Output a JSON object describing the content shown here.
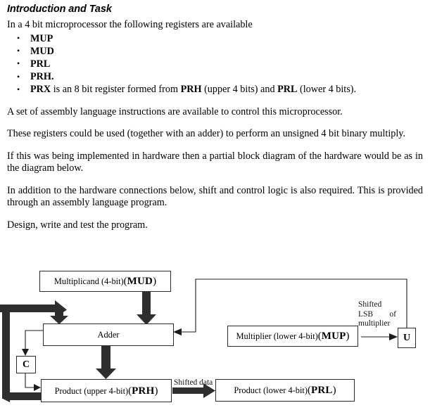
{
  "document": {
    "heading": "Introduction and Task",
    "intro": "In a 4 bit microprocessor the following registers are available",
    "registers": [
      {
        "name": "MUP",
        "rest": ""
      },
      {
        "name": "MUD",
        "rest": ""
      },
      {
        "name": "PRL",
        "rest": ""
      },
      {
        "name": "PRH.",
        "rest": ""
      }
    ],
    "prx_bullet": {
      "name": "PRX",
      "mid": " is an 8 bit register formed from ",
      "ref1": "PRH",
      "mid2": " (upper 4 bits) and ",
      "ref2": "PRL",
      "tail": " (lower 4 bits)."
    },
    "paragraphs": [
      "A set of assembly language instructions are available to control this microprocessor.",
      "These registers could be used (together with an adder) to perform an unsigned 4 bit binary multiply.",
      "If this was being implemented in hardware then a partial block diagram of the hardware would be as in the diagram below.",
      "In addition to the hardware connections below, shift and control logic is also required.  This is provided through an assembly language program.",
      "Design, write and test the program."
    ]
  },
  "diagram": {
    "boxes": {
      "mud": {
        "text": "Multiplicand (4-bit) ",
        "bold": "MUD"
      },
      "adder": {
        "text": "Adder"
      },
      "carry": {
        "text": "C"
      },
      "prh": {
        "text": "Product (upper 4-bit) ",
        "bold": "PRH"
      },
      "mup": {
        "text": "Multiplier (lower 4-bit) ",
        "bold": "MUP"
      },
      "u": {
        "text": "U"
      },
      "prl": {
        "text": "Product (lower 4-bit) ",
        "bold": "PRL"
      }
    },
    "labels": {
      "shifted_lsb_l1": "Shifted",
      "shifted_lsb_l2": "LSB",
      "shifted_lsb_l3": "of",
      "shifted_lsb_l4": "multiplier",
      "shifted_data": "Shifted data"
    },
    "colors": {
      "thick_arrow": "#2e2e2e",
      "box_border": "#2b2b2b",
      "thin_line": "#1c1c1c",
      "background": "#ffffff"
    }
  }
}
